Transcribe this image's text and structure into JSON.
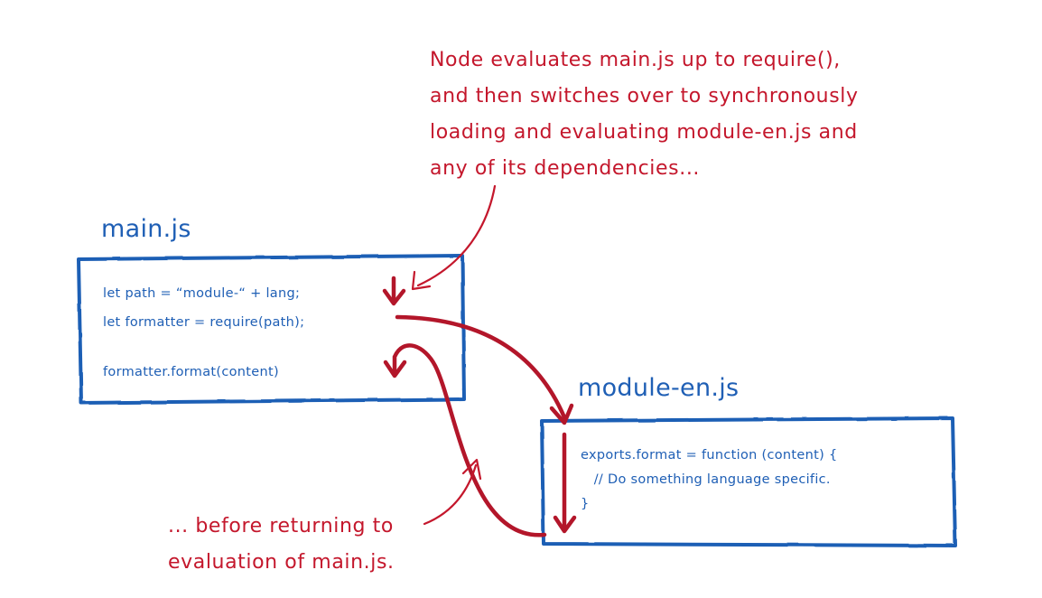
{
  "colors": {
    "annotation": "#c4172c",
    "code": "#1f5fb5",
    "box_border": "#1f5fb5",
    "arrow": "#b3162a"
  },
  "top_annotation": {
    "lines": [
      "Node evaluates main.js up to require(),",
      "and then switches over to synchronously",
      "loading and evaluating module-en.js and",
      "any of its dependencies..."
    ]
  },
  "bottom_annotation": {
    "lines": [
      "... before returning to",
      "evaluation of main.js."
    ]
  },
  "main_file": {
    "title": "main.js",
    "code_lines": [
      "let path = “module-“ + lang;",
      "let formatter = require(path);",
      "formatter.format(content)"
    ]
  },
  "module_file": {
    "title": "module-en.js",
    "code_lines": [
      "exports.format = function (content) {",
      "   // Do something language specific.",
      "}"
    ]
  }
}
